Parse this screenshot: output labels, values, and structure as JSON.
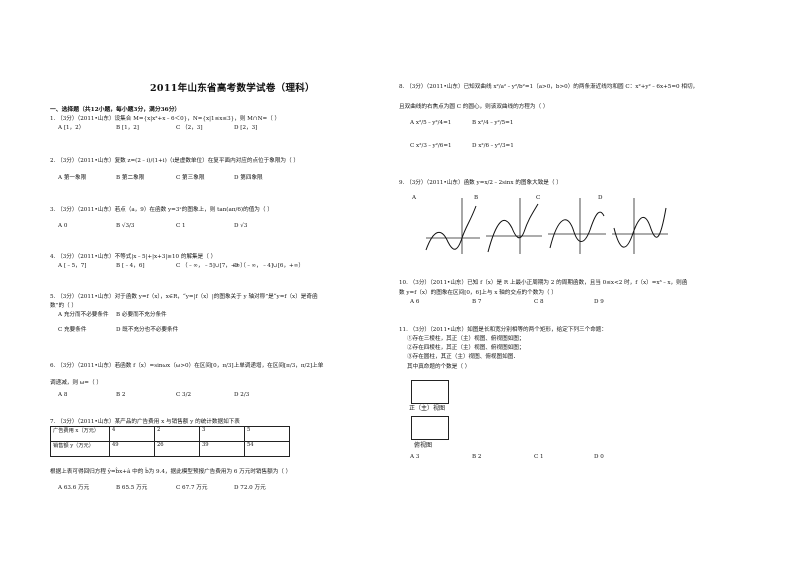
{
  "title": "2011年山东省高考数学试卷（理科）",
  "section1": "一、选择题（共12小题，每小题3分，满分36分）",
  "q1": {
    "text": "1.  （3分）（2011•山东）设集合 M={x|x²+x﹣6＜0}，N={x|1≤x≤3}，则 M∩N=（     ）",
    "opts": [
      "A  [1，2）",
      "B  [1，2]",
      "C  （2，3]",
      "D  [2，3]"
    ]
  },
  "q2": {
    "text": "2.  （3分）（2011•山东）复数 z=(2﹣i)/(1+i)（i是虚数单位）在复平面内对应的点位于象限为（     ）",
    "opts": [
      "A  第一象限",
      "B  第二象限",
      "C  第三象限",
      "D  第四象限"
    ]
  },
  "q3": {
    "text": "3.  （3分）（2011•山东）若点（a，9）在函数 y=3ˣ的图象上，则 tan(aπ/6)的值为（     ）",
    "opts": [
      "A  0",
      "B  √3/3",
      "C  1",
      "D  √3"
    ]
  },
  "q4": {
    "text": "4.  （3分）（2011•山东）不等式|x﹣5|+|x+3|≥10 的解集是（     ）",
    "opts": [
      "A  [﹣5，7]",
      "B  [﹣4，6]",
      "C  （﹣∞，﹣5]∪[7，+∞）",
      "D  （﹣∞，﹣4]∪[6，+∞）"
    ]
  },
  "q5": {
    "text": "5.  （3分）（2011•山东）对于函数 y=f（x），x∈R，“y=|f（x）|的图象关于 y 轴对称”是“y=f（x）是奇函",
    "text2": "数”的（     ）",
    "opts": [
      "A  充分而不必要条件",
      "B  必要而不充分条件",
      "C  充要条件",
      "D  既不充分也不必要条件"
    ]
  },
  "q6": {
    "text": "6.  （3分）（2011•山东）若函数 f（x）=sinωx（ω>0）在区间[0，π/3]上单调递增，在区间[π/3，π/2]上单",
    "text2": "调递减，则 ω=（     ）",
    "opts": [
      "A  8",
      "B  2",
      "C  3/2",
      "D  2/3"
    ]
  },
  "q7": {
    "text": "7.  （3分）（2011•山东）某产品的广告费用 x 与销售额 y 的统计数据如下表",
    "rows": [
      [
        "广告费用 x（万元）",
        "4",
        "2",
        "3",
        "5"
      ],
      [
        "销售额 y（万元）",
        "49",
        "26",
        "39",
        "54"
      ]
    ],
    "text2": "根据上表可得回归方程 ŷ=b̂x+â 中的 b̂为 9.4，据此模型预报广告费用为 6 万元时销售额为（     ）",
    "opts": [
      "A  63.6 万元",
      "B  65.5 万元",
      "C  67.7 万元",
      "D  72.0 万元"
    ]
  },
  "q8": {
    "text": "8.  （3分）（2011•山东）已知双曲线 x²/a²﹣y²/b²=1（a>0，b>0）的两条渐近线均和圆 C：x²+y²﹣6x+5=0 相切，",
    "text2": "且双曲线的右焦点为圆 C 的圆心，则该双曲线的方程为（     ）",
    "opts": [
      "A  x²/5﹣y²/4=1",
      "B  x²/4﹣y²/5=1",
      "C  x²/3﹣y²/6=1",
      "D  x²/6﹣y²/3=1"
    ]
  },
  "q9": {
    "text": "9.  （3分）（2011•山东）函数 y=x/2﹣2sinx 的图象大致是（     ）",
    "opts": [
      "A",
      "B",
      "C",
      "D"
    ]
  },
  "q10": {
    "text": "10.  （3分）（2011•山东）已知 f（x）是 R 上最小正周期为 2 的周期函数，且当 0≤x<2 时，f（x）=x³﹣x，则函",
    "text2": "数 y=f（x）的图象在区间[0，6]上与 x 轴的交点的个数为（     ）",
    "opts": [
      "A  6",
      "B  7",
      "C  8",
      "D  9"
    ]
  },
  "q11": {
    "text": "11.  （3分）（2011•山东）如图是长和宽分别相等的两个矩形，给定下列三个命题：",
    "items": [
      "①存在三棱柱，其正（主）视图、俯视图如图；",
      "②存在四棱柱，其正（主）视图、俯视图如图；",
      "③存在圆柱，其正（主）视图、俯视图如图．"
    ],
    "text2": "其中真命题的个数是（     ）",
    "label_front": "正（主）视图",
    "label_top": "俯视图",
    "opts": [
      "A  3",
      "B  2",
      "C  1",
      "D  0"
    ]
  }
}
